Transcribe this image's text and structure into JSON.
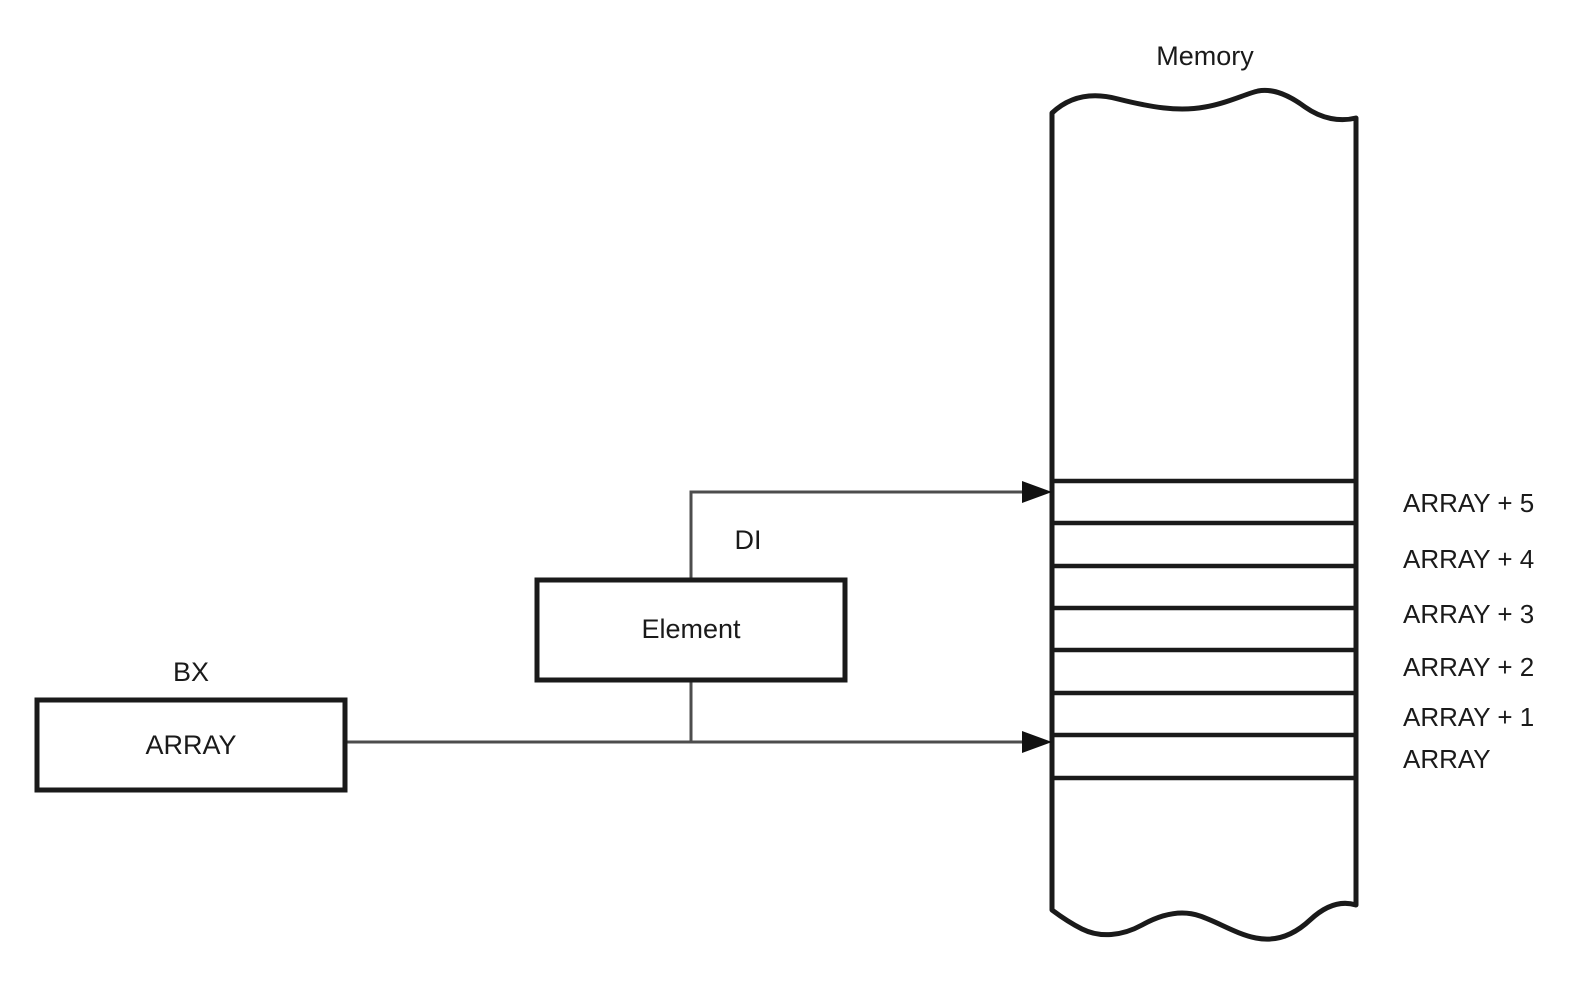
{
  "diagram": {
    "title_memory": "Memory",
    "registers": [
      {
        "name": "bx-register",
        "label": "BX",
        "value": "ARRAY"
      },
      {
        "name": "di-register",
        "label": "DI",
        "value": "Element"
      }
    ],
    "memory": {
      "heading": "Memory",
      "cell_labels": [
        "ARRAY + 5",
        "ARRAY + 4",
        "ARRAY + 3",
        "ARRAY + 2",
        "ARRAY + 1",
        "ARRAY"
      ]
    },
    "colors": {
      "ink": "#1a1a1a",
      "connector": "#4d4d4d",
      "paper": "#ffffff"
    }
  }
}
